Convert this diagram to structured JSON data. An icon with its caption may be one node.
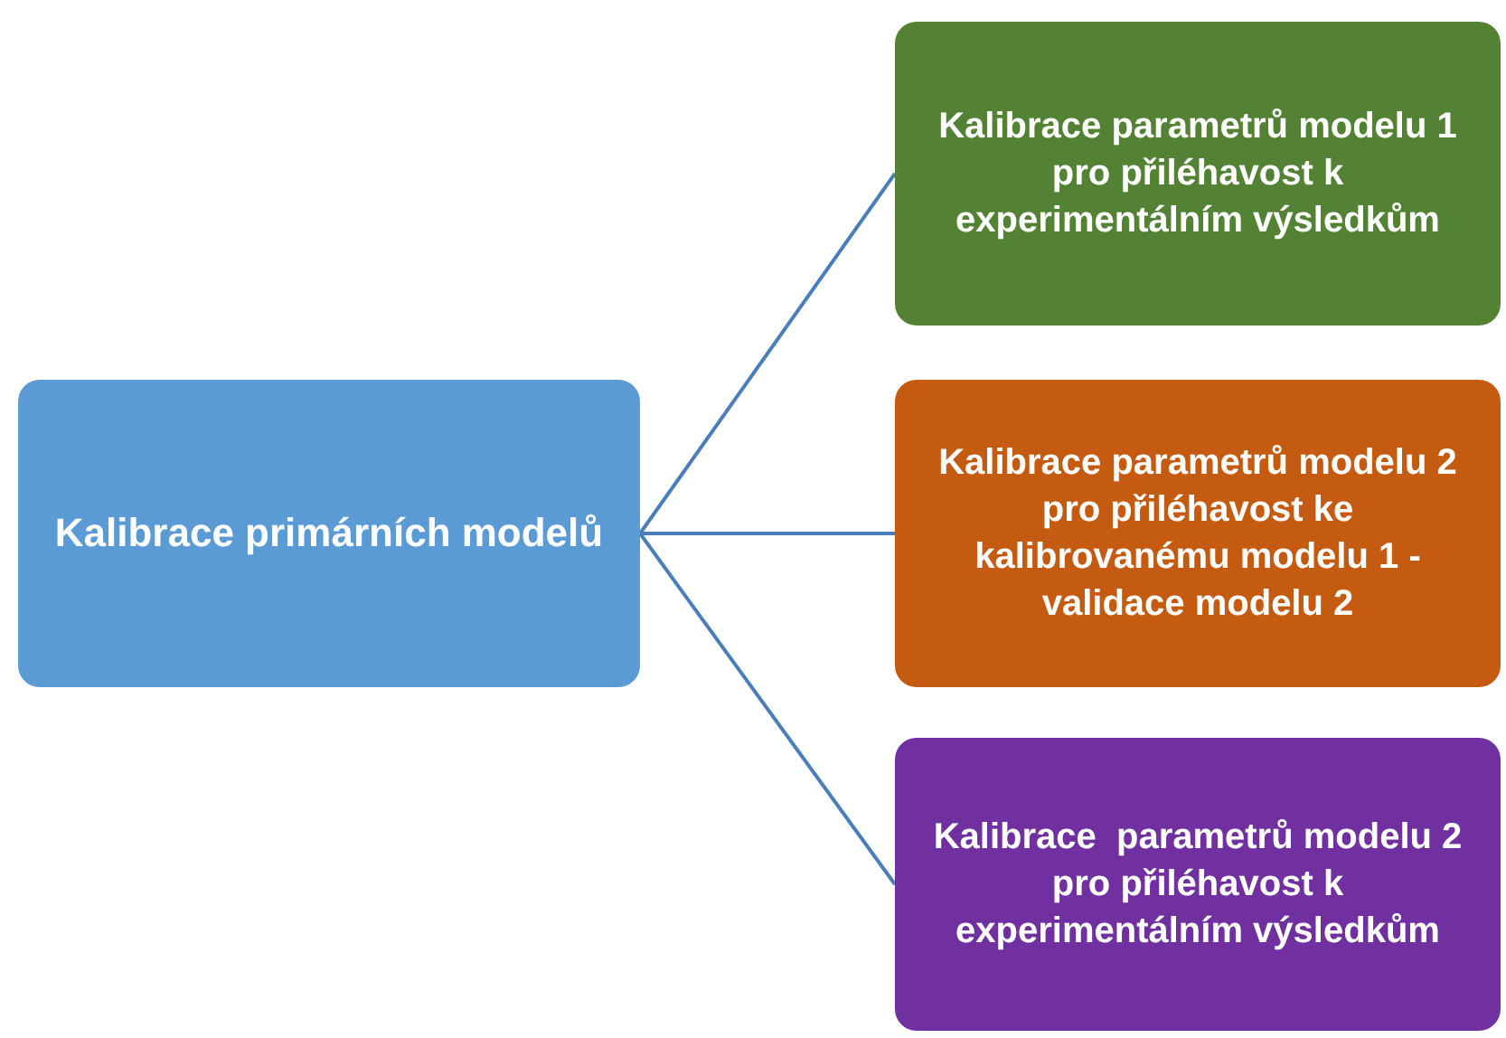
{
  "diagram": {
    "nodes": [
      {
        "text": [
          "Kalibrace primárních modelů"
        ]
      },
      {
        "text": [
          "Kalibrace parametrů modelu 1 pro přiléhavost k experimentálním výsledkům"
        ]
      },
      {
        "text": [
          "Kalibrace parametrů modelu 2 pro přiléhavost ke kalibrovanému modelu 1 - validace modelu 2"
        ]
      },
      {
        "text": [
          "Kalibrace  parametrů modelu 2 pro přiléhavost k experimentálním výsledkům"
        ]
      }
    ],
    "edges": [
      {
        "from": 0,
        "to": 1,
        "arrow": "none"
      },
      {
        "from": 0,
        "to": 2,
        "arrow": "none"
      },
      {
        "from": 0,
        "to": 3,
        "arrow": "none"
      }
    ]
  }
}
